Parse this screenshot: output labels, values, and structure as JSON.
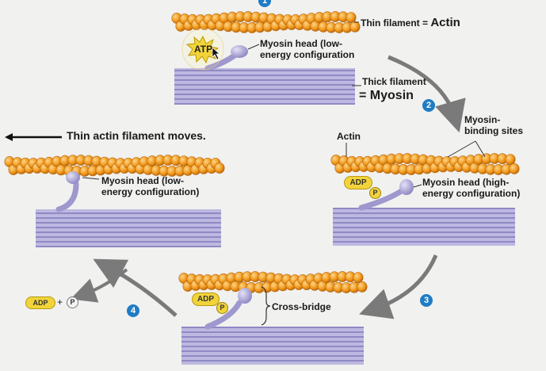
{
  "labels": {
    "thin_filament": "Thin filament = ",
    "actin_big": "Actin",
    "myosin_head_low_1": "Myosin head (low-",
    "myosin_head_low_2": "energy configuration",
    "thick_filament": "Thick filament",
    "myosin_big": "= Myosin",
    "actin": "Actin",
    "binding_sites_1": "Myosin-",
    "binding_sites_2": "binding sites",
    "myosin_head_high_1": "Myosin head (high-",
    "myosin_head_high_2": "energy configuration)",
    "cross_bridge": "Cross-bridge",
    "left_head_1": "Myosin head (low-",
    "left_head_2": "energy configuration)",
    "thin_moves": "Thin actin filament moves.",
    "atp": "ATP",
    "adp": "ADP",
    "p": "P",
    "plus": "+"
  },
  "steps": [
    "1",
    "2",
    "3",
    "4"
  ],
  "colors": {
    "actin": "#f29a1d",
    "myosin": "#b5b0dc",
    "badge": "#1f7cc4",
    "atp": "#f2d43a",
    "arrow": "#7a7a7a"
  }
}
